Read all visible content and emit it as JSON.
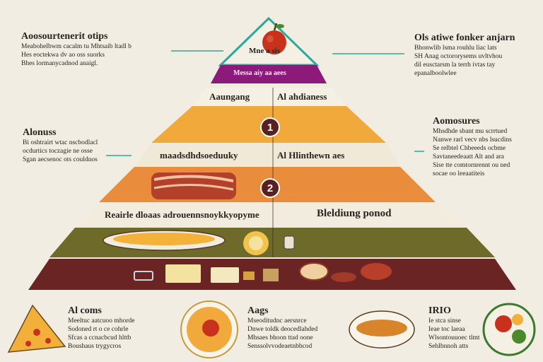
{
  "pyramid": {
    "top_label": "Mne a sis",
    "band_purple": "Messa aiy aa aees",
    "band1_left": "Aaungang",
    "band1_right": "Al ahdianess",
    "band1_number": "1",
    "band2_left": "maadsdhdsoeduuky",
    "band2_right": "Al Hlinthewn aes",
    "band2_number": "2",
    "band3_left": "Reairle dloaas adrouennsnoykkyopyme",
    "band3_right": "Bleldiung ponod",
    "colors": {
      "top": "#f4f0e4",
      "purple": "#8b1a7a",
      "band1": "#f4f0e4",
      "band2": "#f2a93b",
      "band3": "#f0e9d8",
      "band4": "#e98c3c",
      "band5": "#f2ecdf",
      "band6": "#6e6a2a",
      "base": "#6a2424",
      "outline": "#2aaa9a"
    }
  },
  "callouts": {
    "top_left": {
      "title": "Aoosourtenerit otips",
      "lines": [
        "Meabohelbwm cacalm tu Mhtsaib ltadl b",
        "Hes eoctekwa dv ao oss suorks",
        "Bhes lormanycadnod anaigl."
      ]
    },
    "top_right": {
      "title": "Ols atiwe fonker anjarn",
      "lines": [
        "Bhonwlib lsma rouhlu liac lats",
        "SH Anag octororysems uvltvhou",
        "dil eusctarsm la terrh ivtas tay",
        "epanalboolwlee"
      ]
    },
    "mid_left": {
      "title": "Alonuss",
      "lines": [
        "Bi oshtrairt wtac nscbodlacl",
        "ocdurtics toczagie ne osse",
        "Sgan aecsenoc ots couldnos"
      ]
    },
    "mid_right": {
      "title": "Aomosures",
      "lines": [
        "Mhsdhde sbant mu scrrtued",
        "Nanwe rarl vecv nbs lsucdins",
        "Se relbtel Chbeeeds ocbme",
        "Savtaneedeaatt Alt and ara",
        "Sise tte comtornrennt ou ned",
        "socae oo leeaatiteis"
      ]
    },
    "bottom1": {
      "title": "Al coms",
      "lines": [
        "Meeltuc aatcuoo mhorde",
        "Sodoned rt o ce cohrle",
        "Sfcas a ccnacbcud hlttb",
        "Boushaus trygycros"
      ]
    },
    "bottom2": {
      "title": "Aags",
      "lines": [
        "Mseoditudnc aersnrce",
        "Dnwe toldk deocedlahded",
        "Mhsaes bhoon ttad oone",
        "Senssolvvodeaetnbbcod"
      ]
    },
    "bottom3": {
      "title": "IRIO",
      "lines": [
        "Ie stca sinse",
        "Ieae toc laeaa",
        "Wlsontouuoec tlmt",
        "Sehlbnnoh atts"
      ]
    }
  }
}
